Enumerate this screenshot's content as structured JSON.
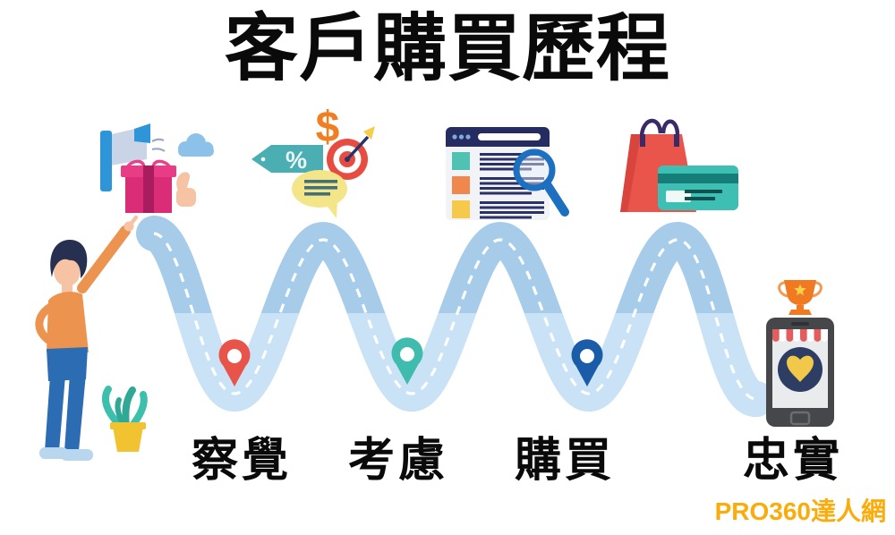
{
  "title": "客戶購買歷程",
  "stages": [
    {
      "label": "察覺",
      "pin_color": "#E8544A"
    },
    {
      "label": "考慮",
      "pin_color": "#3FBCAD"
    },
    {
      "label": "購買",
      "pin_color": "#1A5CA8"
    },
    {
      "label": "忠實",
      "pin_color": ""
    }
  ],
  "glyphs": {
    "dollar": "$",
    "percent": "%"
  },
  "watermark": {
    "text": "PRO360達人網",
    "color": "#FBAB0A"
  },
  "colors": {
    "title_text": "#0A0A0A",
    "road_upper": "#A6CCE9",
    "road_lower": "#C9E2F5",
    "road_dash": "#FFFFFF"
  }
}
